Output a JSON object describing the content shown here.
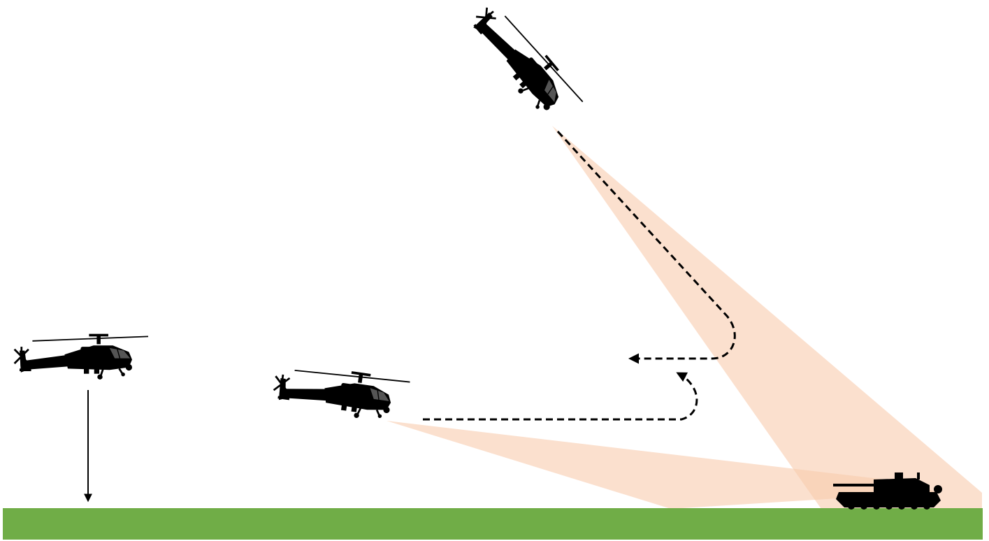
{
  "colors": {
    "background": "#ffffff",
    "ground": "#70ad47",
    "sensor_cone": "#f8cbad",
    "silhouette": "#000000",
    "path": "#000000"
  },
  "elements": {
    "helicopters": [
      {
        "name": "helicopter-hover-left",
        "icon": "attack-helicopter-icon"
      },
      {
        "name": "helicopter-low-middle",
        "icon": "attack-helicopter-icon"
      },
      {
        "name": "helicopter-diving-top",
        "icon": "attack-helicopter-icon"
      }
    ],
    "target": {
      "name": "tank",
      "icon": "tank-icon"
    },
    "paths": [
      {
        "name": "descent-arrow",
        "style": "solid"
      },
      {
        "name": "dive-flight-path",
        "style": "dashed"
      },
      {
        "name": "low-level-flight-path",
        "style": "dashed"
      }
    ]
  }
}
